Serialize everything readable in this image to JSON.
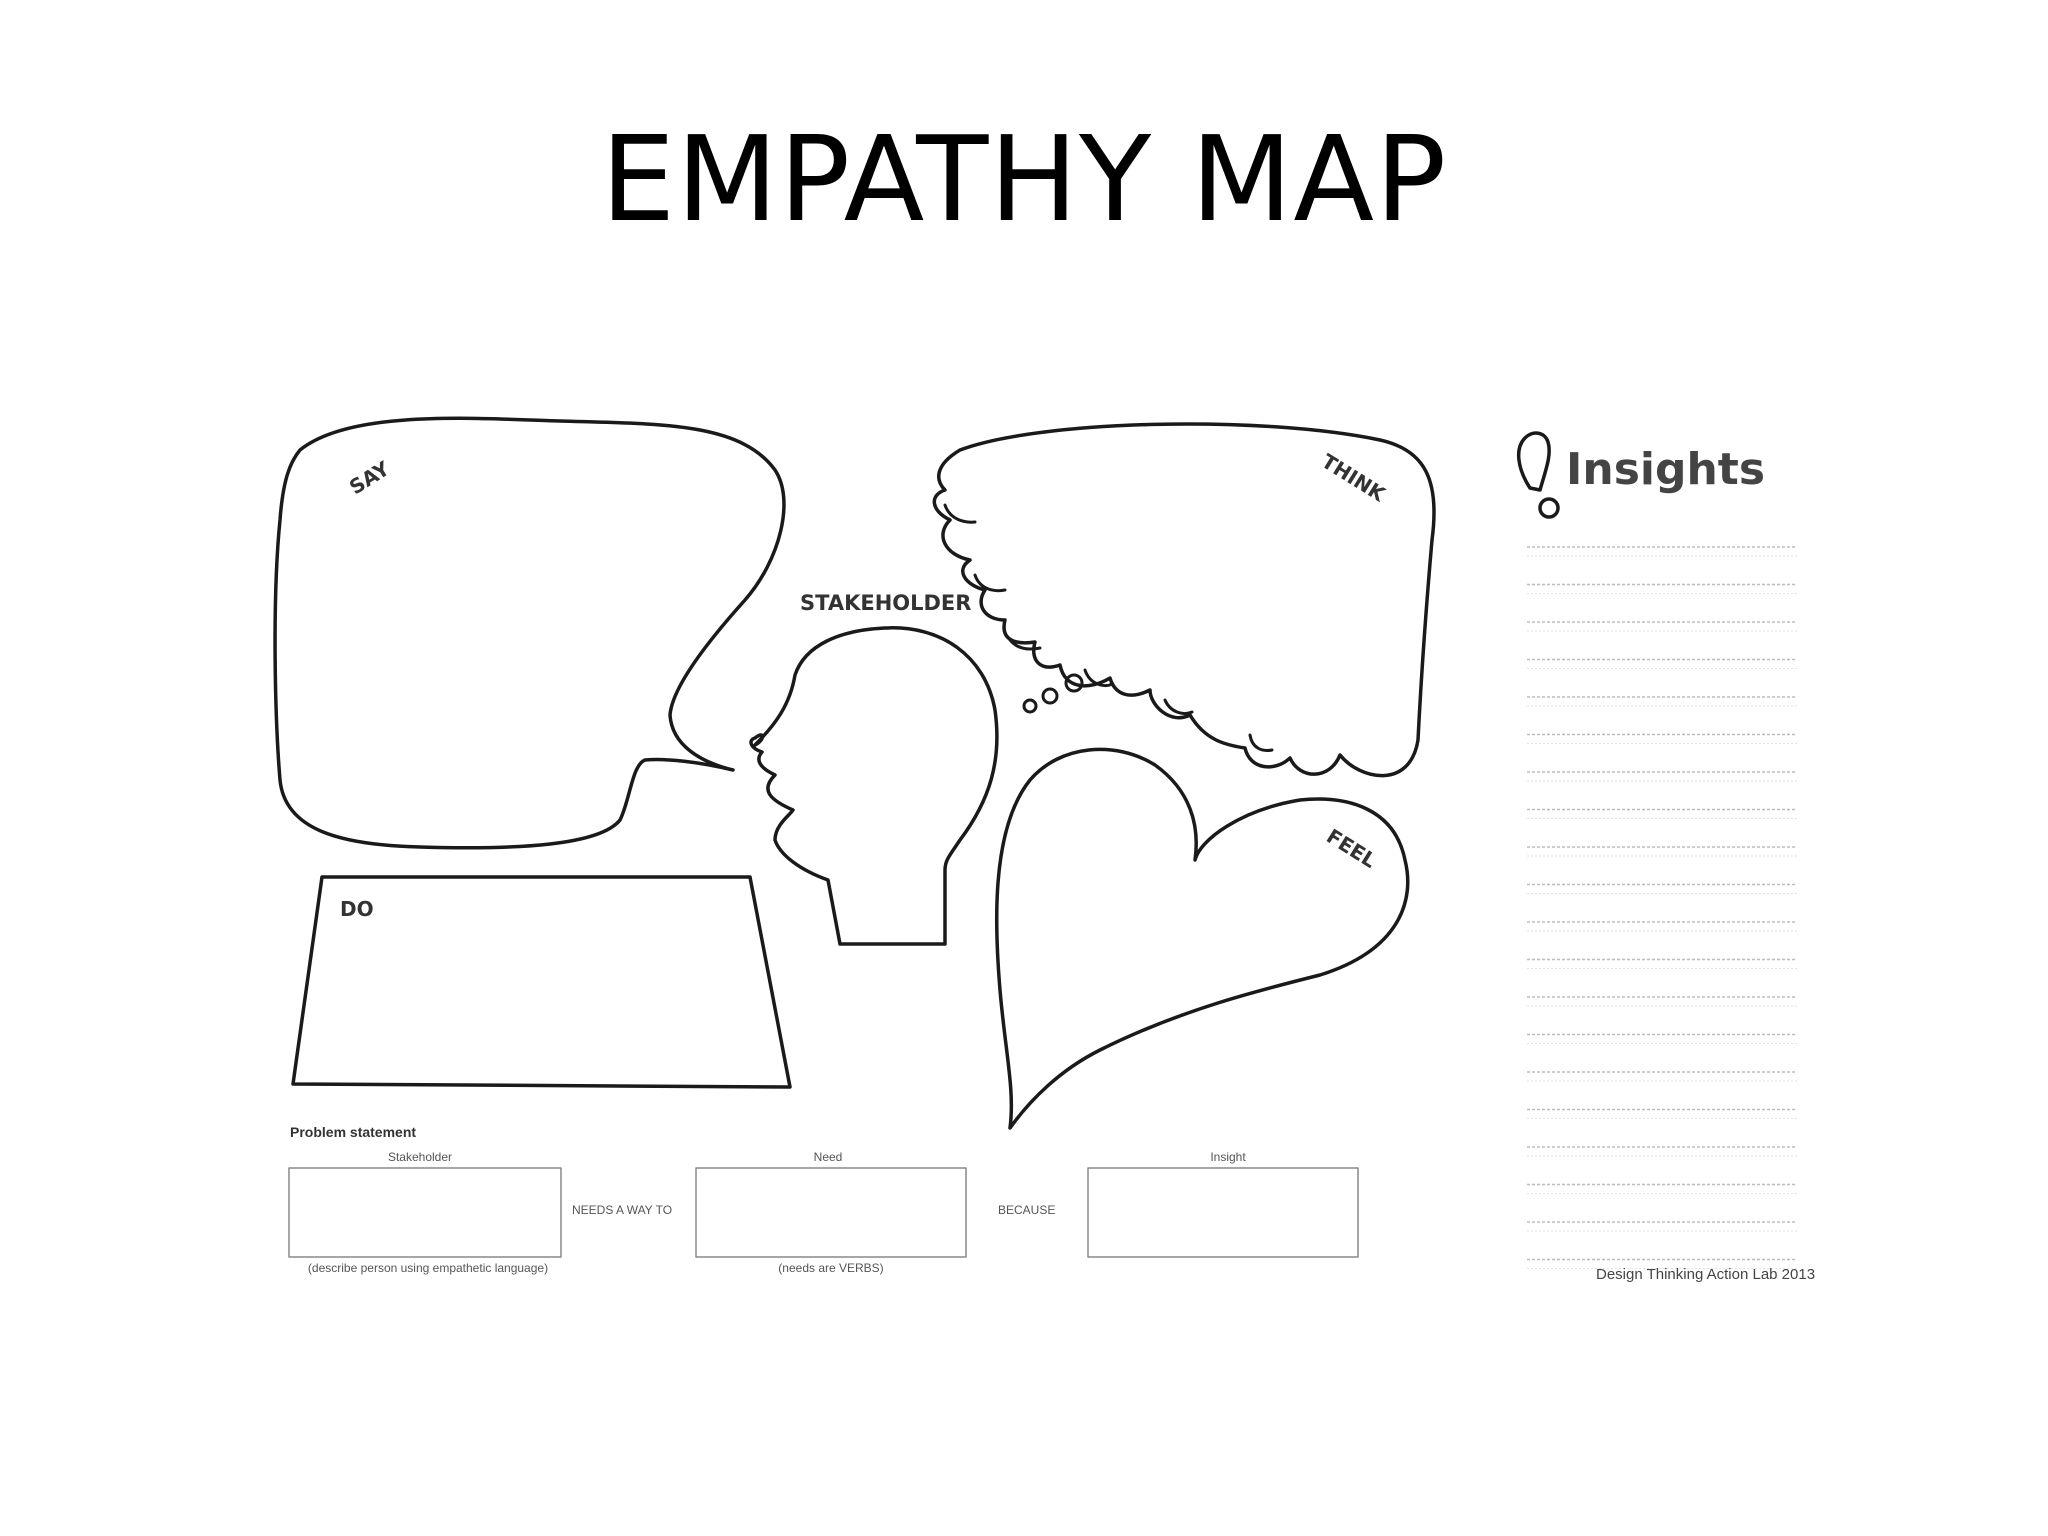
{
  "title": "EMPATHY MAP",
  "labels": {
    "say": "SAY",
    "think": "THINK",
    "stakeholder": "STAKEHOLDER",
    "feel": "FEEL",
    "do": "DO"
  },
  "insights": {
    "title": "Insights",
    "line_count": 20
  },
  "problem_statement": {
    "title": "Problem statement",
    "stakeholder_label": "Stakeholder",
    "need_label": "Need",
    "insight_label": "Insight",
    "connector_1": "NEEDS A WAY TO",
    "connector_2": "BECAUSE",
    "stakeholder_hint": "(describe person using empathetic language)",
    "need_hint": "(needs are VERBS)"
  },
  "footer": "Design Thinking Action Lab 2013"
}
